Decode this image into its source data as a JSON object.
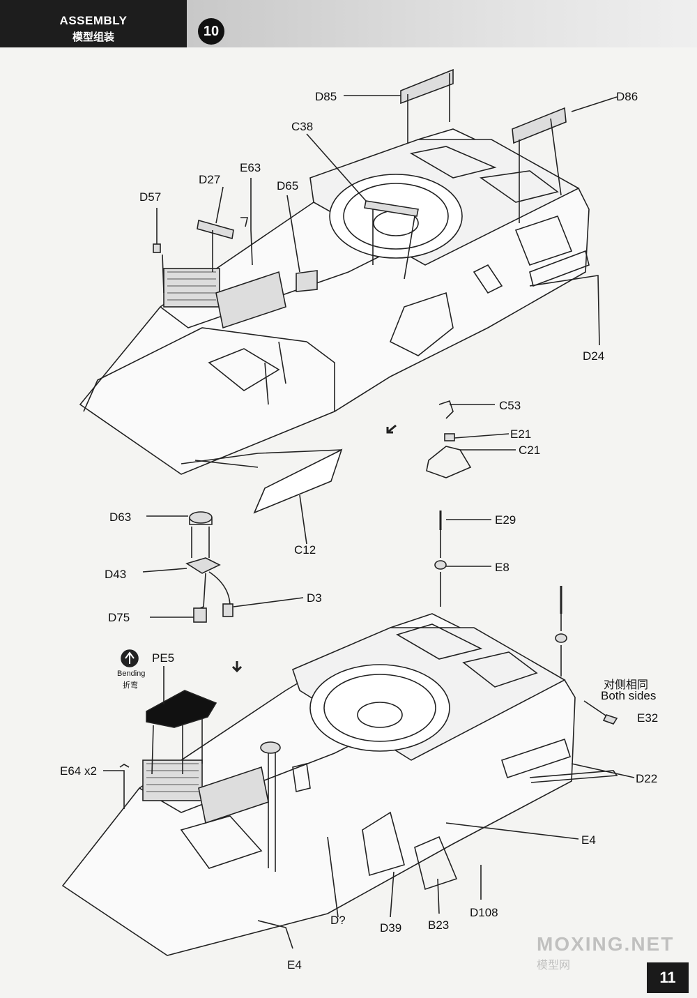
{
  "header": {
    "title_en": "ASSEMBLY",
    "title_zh": "模型组装",
    "step": "10"
  },
  "labels": {
    "d85": "D85",
    "d86": "D86",
    "c38": "C38",
    "e63": "E63",
    "d27": "D27",
    "d65": "D65",
    "d57": "D57",
    "d24": "D24",
    "c53": "C53",
    "e21": "E21",
    "c21": "C21",
    "c12": "C12",
    "d63": "D63",
    "d43": "D43",
    "d3": "D3",
    "d75": "D75",
    "e29": "E29",
    "e8": "E8",
    "pe5": "PE5",
    "bending_en": "Bending",
    "bending_zh": "折弯",
    "both_sides_zh": "对侧相同",
    "both_sides_en": "Both sides",
    "e32": "E32",
    "e64x2": "E64 x2",
    "d22": "D22",
    "e4_right": "E4",
    "d108": "D108",
    "b23": "B23",
    "d39": "D39",
    "d_q": "D?",
    "e4_bottom": "E4"
  },
  "footer": {
    "page_number": "11",
    "watermark": "MOXING.NET",
    "watermark_zh": "模型网"
  }
}
